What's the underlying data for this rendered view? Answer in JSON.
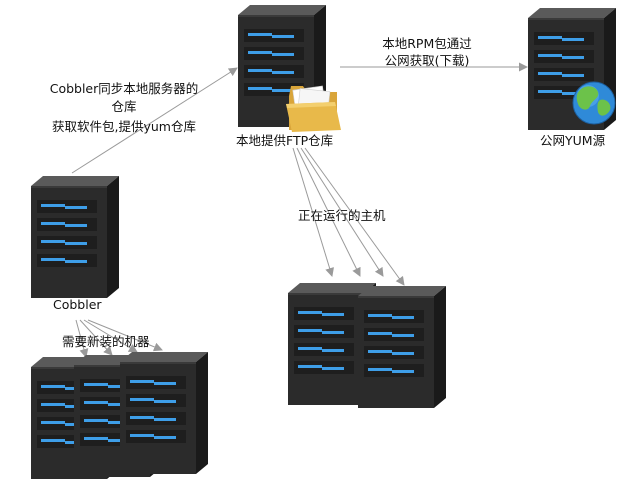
{
  "labels": {
    "local_ftp": "本地提供FTP仓库",
    "rpm_line1": "本地RPM包通过",
    "rpm_line2": "公网获取(下载)",
    "public_yum": "公网YUM源",
    "cobbler_sync_line1": "Cobbler同步本地服务器的",
    "cobbler_sync_line2": "仓库",
    "cobbler_sync_line3": "获取软件包,提供yum仓库",
    "cobbler": "Cobbler",
    "running_hosts": "正在运行的主机",
    "new_machines": "需要新装的机器"
  },
  "icons": {
    "server": "server-tower-icon",
    "folder": "folder-icon",
    "globe": "globe-icon"
  },
  "colors": {
    "server_body": "#2b2b2b",
    "server_light": "#3e9ee8",
    "folder": "#e8b94a",
    "globe_water": "#2f8ad8",
    "globe_land": "#6cc24a",
    "arrow": "#9a9a9a"
  }
}
